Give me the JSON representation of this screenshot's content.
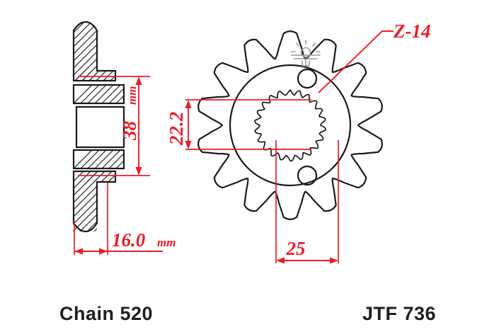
{
  "drawing": {
    "title_left": "Chain 520",
    "title_right": "JTF 736",
    "callouts": {
      "teeth": "Z-14"
    },
    "dimensions": {
      "thickness": {
        "value": "16.0",
        "unit": "mm"
      },
      "height": {
        "value": "38",
        "unit": "mm"
      },
      "bolt_spacing": {
        "value": "22.2",
        "unit": ""
      },
      "hub_width": {
        "value": "25",
        "unit": ""
      }
    },
    "icons": {
      "brand_mark": "sunrise-logo-icon",
      "sprocket": "sprocket-front-view-icon",
      "section": "sprocket-cross-section-icon"
    },
    "colors": {
      "dimension": "#ee1c24",
      "outline": "#1a1a1a",
      "logo": "#9a9a9a",
      "background": "#ffffff"
    }
  }
}
